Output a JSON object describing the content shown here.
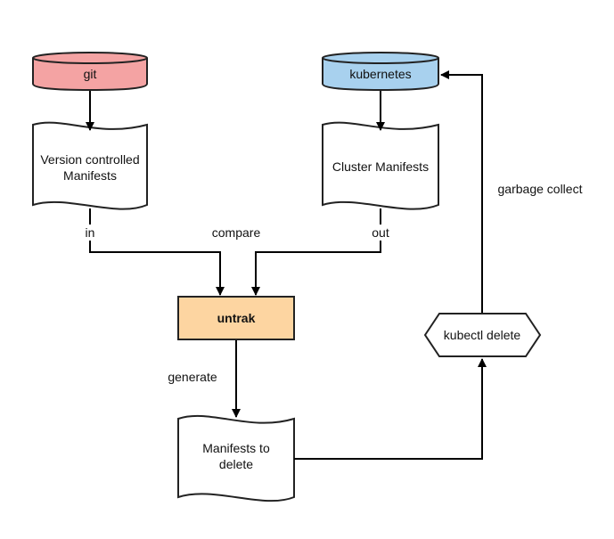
{
  "nodes": {
    "git": {
      "label": "git",
      "fill": "#f4a3a3"
    },
    "kubernetes": {
      "label": "kubernetes",
      "fill": "#a8d1ee"
    },
    "version_manifests": {
      "line1": "Version controlled",
      "line2": "Manifests"
    },
    "cluster_manifests": {
      "label": "Cluster Manifests"
    },
    "untrak": {
      "label": "untrak",
      "fill": "#fdd5a1"
    },
    "manifests_to_delete": {
      "line1": "Manifests to",
      "line2": "delete"
    },
    "kubectl_delete": {
      "label": "kubectl delete"
    }
  },
  "edges": {
    "in": "in",
    "out": "out",
    "compare": "compare",
    "generate": "generate",
    "garbage_collect": "garbage collect"
  }
}
